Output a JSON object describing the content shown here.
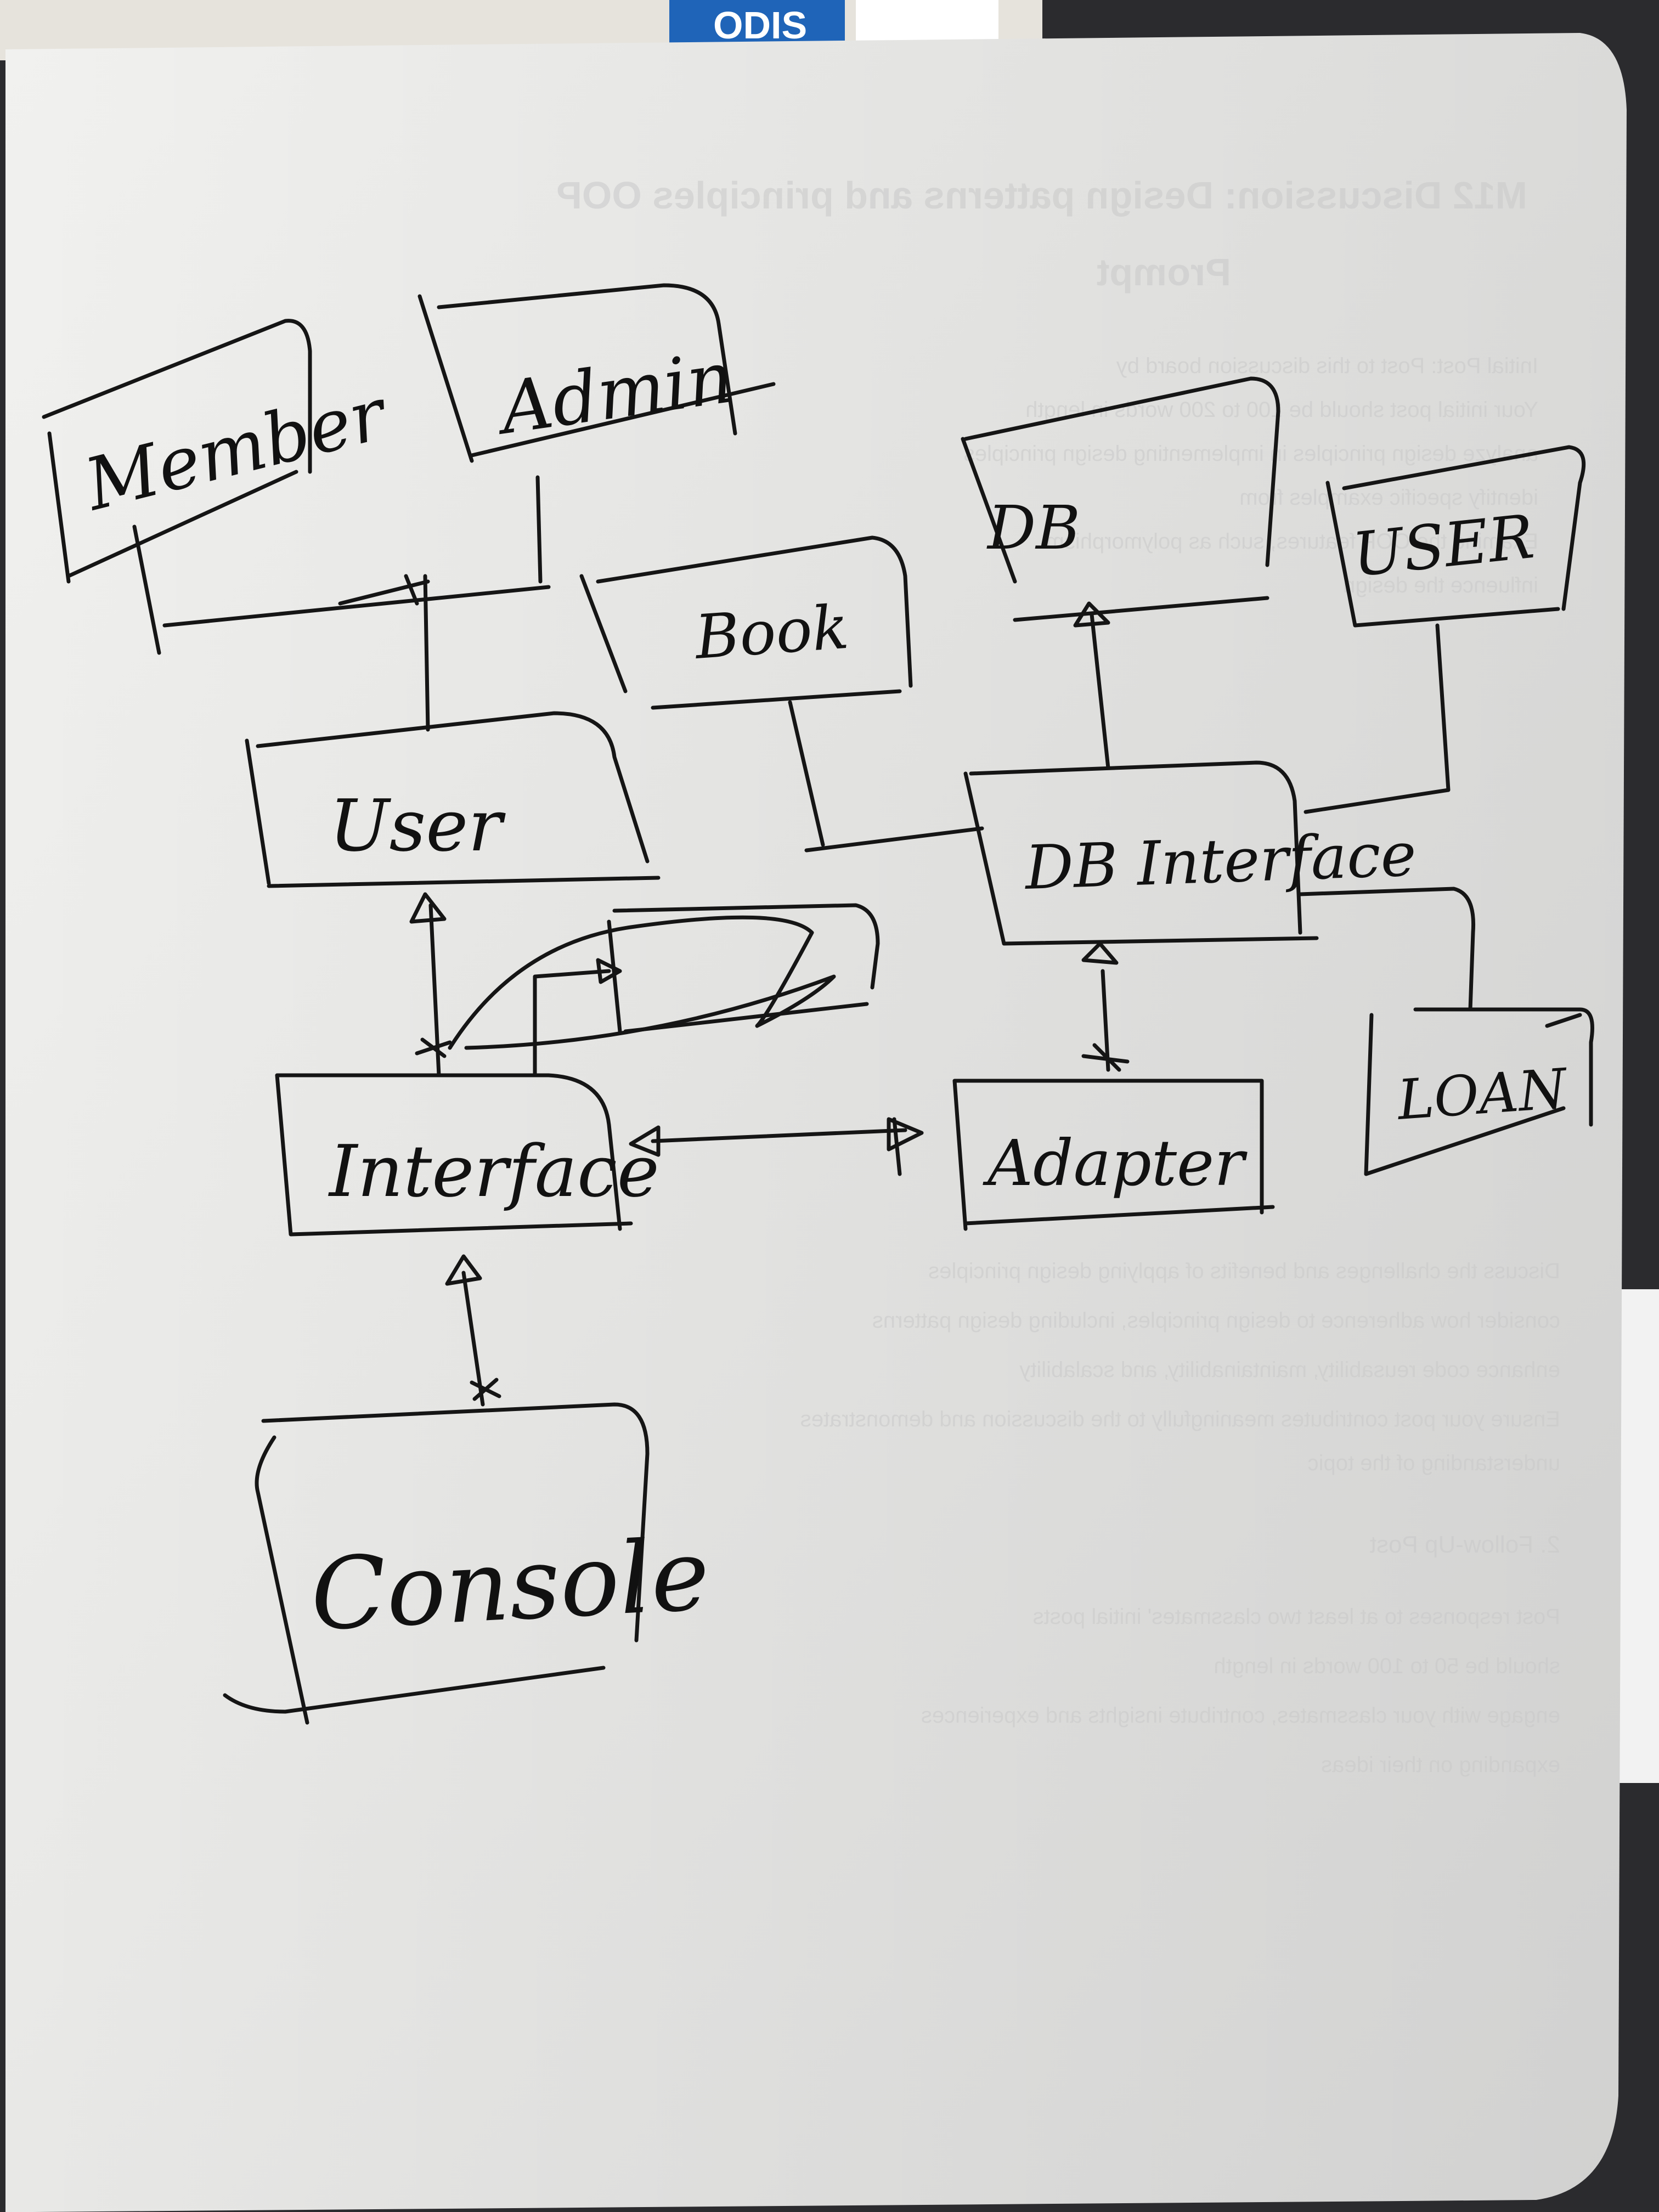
{
  "background_paper": {
    "blue_tab_text": "ODIS",
    "mirrored_heading": "M12 Discussion: Design patterns and principles OOP",
    "mirrored_subheading": "Prompt",
    "mirrored_lines": [
      "Initial Post: Post to this discussion board by",
      "Your initial post should be 100 to 200 words in length",
      "analyze design principles in implementing design principles",
      "identify specific examples from",
      "Examine the OOP features, such as polymorphism",
      "influence the design",
      "Discuss the challenges and benefits of applying design principles",
      "consider how adherence to design principles, including design patterns",
      "enhance code reusability, maintainability, and scalability",
      "Ensure your post contributes meaningfully to the discussion and demonstrates",
      "understanding of the topic",
      "2. Follow-Up Post",
      "Post responses to at least two classmates' initial posts",
      "should be 50 to 100 words in length",
      "engage with your classmates, contribute insights and experiences",
      "expanding on their ideas"
    ]
  },
  "diagram": {
    "nodes": {
      "member": "Member",
      "admin": "Admin",
      "book": "Book",
      "db": "DB",
      "user_right": "USER",
      "user": "User",
      "db_interface": "DB Interface",
      "interface": "Interface",
      "adapter": "Adapter",
      "loan": "LOAN",
      "console": "Console"
    },
    "edges": [
      {
        "from": "Member",
        "to": "User",
        "style": "line"
      },
      {
        "from": "Admin",
        "to": "User",
        "style": "line"
      },
      {
        "from": "Book",
        "to": "DB Interface",
        "style": "line"
      },
      {
        "from": "USER",
        "to": "DB Interface",
        "style": "line"
      },
      {
        "from": "LOAN",
        "to": "DB Interface",
        "style": "line"
      },
      {
        "from": "DB Interface",
        "to": "DB",
        "style": "arrow"
      },
      {
        "from": "Interface",
        "to": "User",
        "style": "arrow"
      },
      {
        "from": "Interface",
        "to": "Interface",
        "style": "self-loop arrow"
      },
      {
        "from": "Interface",
        "to": "Adapter",
        "style": "bidirectional arrow"
      },
      {
        "from": "Adapter",
        "to": "DB Interface",
        "style": "arrow"
      },
      {
        "from": "Console",
        "to": "Interface",
        "style": "arrow"
      }
    ]
  }
}
